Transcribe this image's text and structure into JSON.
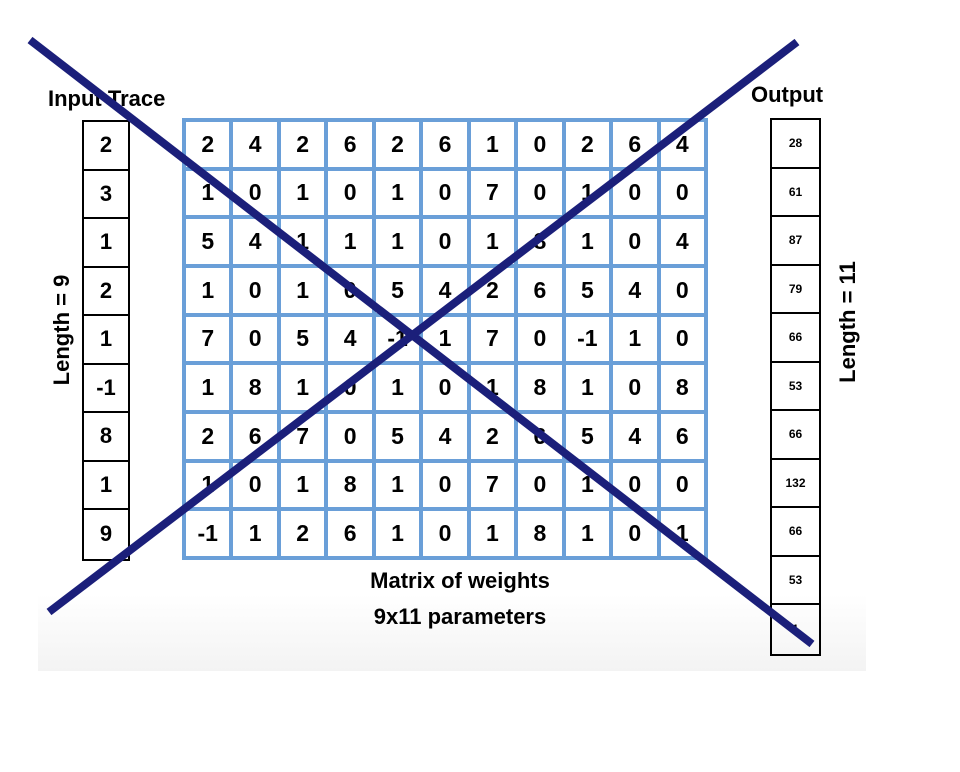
{
  "input_title": "Input Trace",
  "output_title": "Output",
  "input_length_label": "Length = 9",
  "output_length_label": "Length = 11",
  "caption_line1": "Matrix of weights",
  "caption_line2": "9x11 parameters",
  "input_values": [
    "2",
    "3",
    "1",
    "2",
    "1",
    "-1",
    "8",
    "1",
    "9"
  ],
  "output_values": [
    "28",
    "61",
    "87",
    "79",
    "66",
    "53",
    "66",
    "132",
    "66",
    "53",
    "1"
  ],
  "matrix": [
    [
      "2",
      "4",
      "2",
      "6",
      "2",
      "6",
      "1",
      "0",
      "2",
      "6",
      "4"
    ],
    [
      "1",
      "0",
      "1",
      "0",
      "1",
      "0",
      "7",
      "0",
      "1",
      "0",
      "0"
    ],
    [
      "5",
      "4",
      "1",
      "1",
      "1",
      "0",
      "1",
      "8",
      "1",
      "0",
      "4"
    ],
    [
      "1",
      "0",
      "1",
      "0",
      "5",
      "4",
      "2",
      "6",
      "5",
      "4",
      "0"
    ],
    [
      "7",
      "0",
      "5",
      "4",
      "-1",
      "1",
      "7",
      "0",
      "-1",
      "1",
      "0"
    ],
    [
      "1",
      "8",
      "1",
      "0",
      "1",
      "0",
      "1",
      "8",
      "1",
      "0",
      "8"
    ],
    [
      "2",
      "6",
      "7",
      "0",
      "5",
      "4",
      "2",
      "6",
      "5",
      "4",
      "6"
    ],
    [
      "1",
      "0",
      "1",
      "8",
      "1",
      "0",
      "7",
      "0",
      "1",
      "0",
      "0"
    ],
    [
      "-1",
      "1",
      "2",
      "6",
      "1",
      "0",
      "1",
      "8",
      "1",
      "0",
      "1"
    ]
  ],
  "colors": {
    "grid": "#6a9fd8",
    "cross": "#1b1f7a"
  }
}
